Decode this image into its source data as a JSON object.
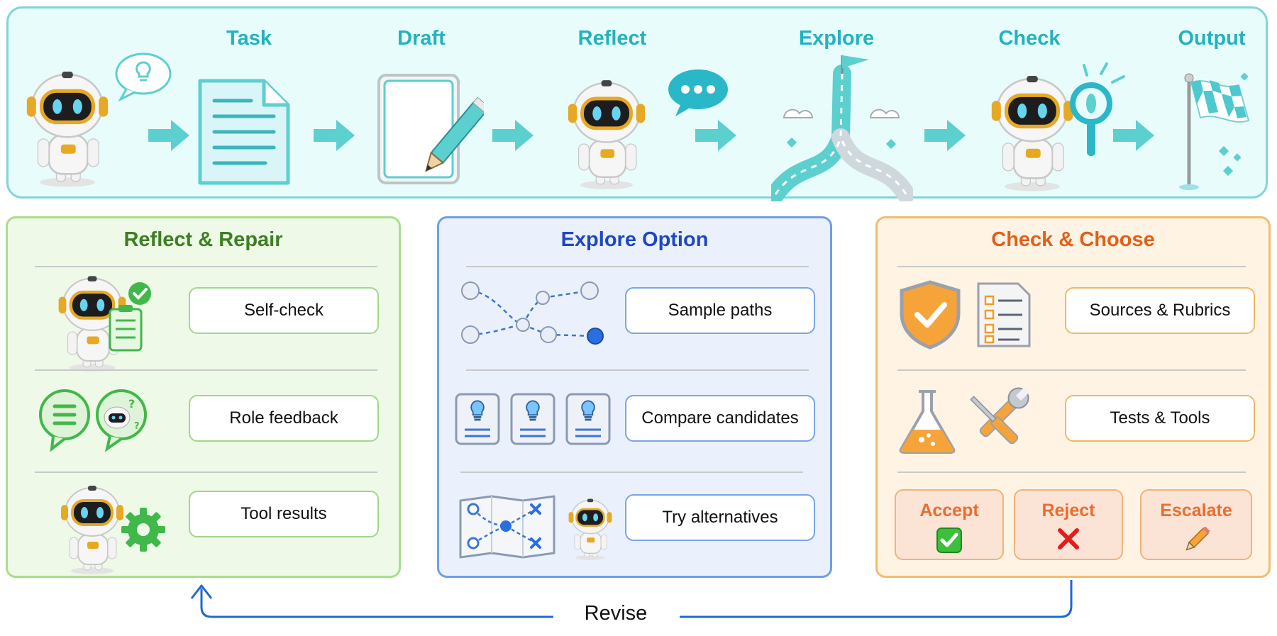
{
  "pipeline": {
    "stages": [
      {
        "label": "Task",
        "icon": "document-icon"
      },
      {
        "label": "Draft",
        "icon": "draft-pencil-icon"
      },
      {
        "label": "Reflect",
        "icon": "thinking-robot-icon"
      },
      {
        "label": "Explore",
        "icon": "branching-road-icon"
      },
      {
        "label": "Check",
        "icon": "magnifier-robot-icon"
      },
      {
        "label": "Output",
        "icon": "checkered-flag-icon"
      }
    ],
    "start_icon": "idea-robot-icon"
  },
  "panels": {
    "reflect": {
      "title": "Reflect & Repair",
      "items": [
        {
          "label": "Self-check",
          "icon": "clipboard-robot-icon"
        },
        {
          "label": "Role feedback",
          "icon": "chat-bubbles-icon"
        },
        {
          "label": "Tool results",
          "icon": "gear-robot-icon"
        }
      ]
    },
    "explore": {
      "title": "Explore Option",
      "items": [
        {
          "label": "Sample paths",
          "icon": "path-graph-icon"
        },
        {
          "label": "Compare candidates",
          "icon": "lightbulb-cards-icon"
        },
        {
          "label": "Try alternatives",
          "icon": "map-robot-icon"
        }
      ]
    },
    "check": {
      "title": "Check & Choose",
      "items": [
        {
          "label": "Sources & Rubrics",
          "icon": "shield-checklist-icon"
        },
        {
          "label": "Tests & Tools",
          "icon": "flask-tools-icon"
        }
      ],
      "decisions": [
        {
          "label": "Accept",
          "icon": "green-check-icon"
        },
        {
          "label": "Reject",
          "icon": "red-cross-icon"
        },
        {
          "label": "Escalate",
          "icon": "pencil-icon"
        }
      ]
    }
  },
  "feedback": {
    "label": "Revise",
    "icon": "revise-arrow-icon"
  },
  "colors": {
    "teal": "#22b3bd",
    "reflect_green": "#3d7f22",
    "explore_blue": "#1f47c4",
    "check_orange": "#e0601a",
    "revise_blue": "#2066d8"
  }
}
